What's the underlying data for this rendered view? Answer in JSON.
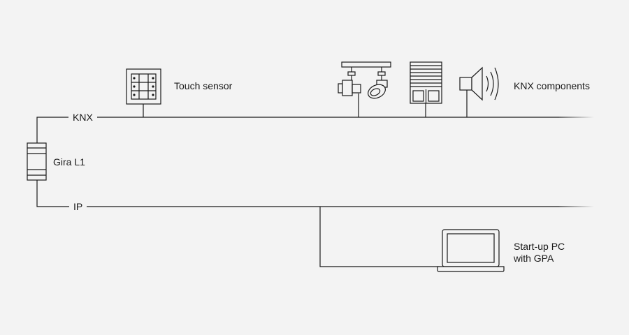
{
  "labels": {
    "knx_bus": "KNX",
    "ip_bus": "IP",
    "controller": "Gira L1",
    "touch_sensor": "Touch sensor",
    "knx_components": "KNX components",
    "pc_line1": "Start-up PC",
    "pc_line2": "with GPA"
  },
  "icons": {
    "controller": "din-rail-module-icon",
    "touch_sensor": "push-button-panel-icon",
    "spotlights": "track-spotlight-icon",
    "blinds": "roller-blind-icon",
    "speaker": "loudspeaker-icon",
    "laptop": "laptop-icon"
  },
  "colors": {
    "background": "#f3f3f3",
    "line": "#1a1a1a",
    "text": "#1a1a1a"
  }
}
